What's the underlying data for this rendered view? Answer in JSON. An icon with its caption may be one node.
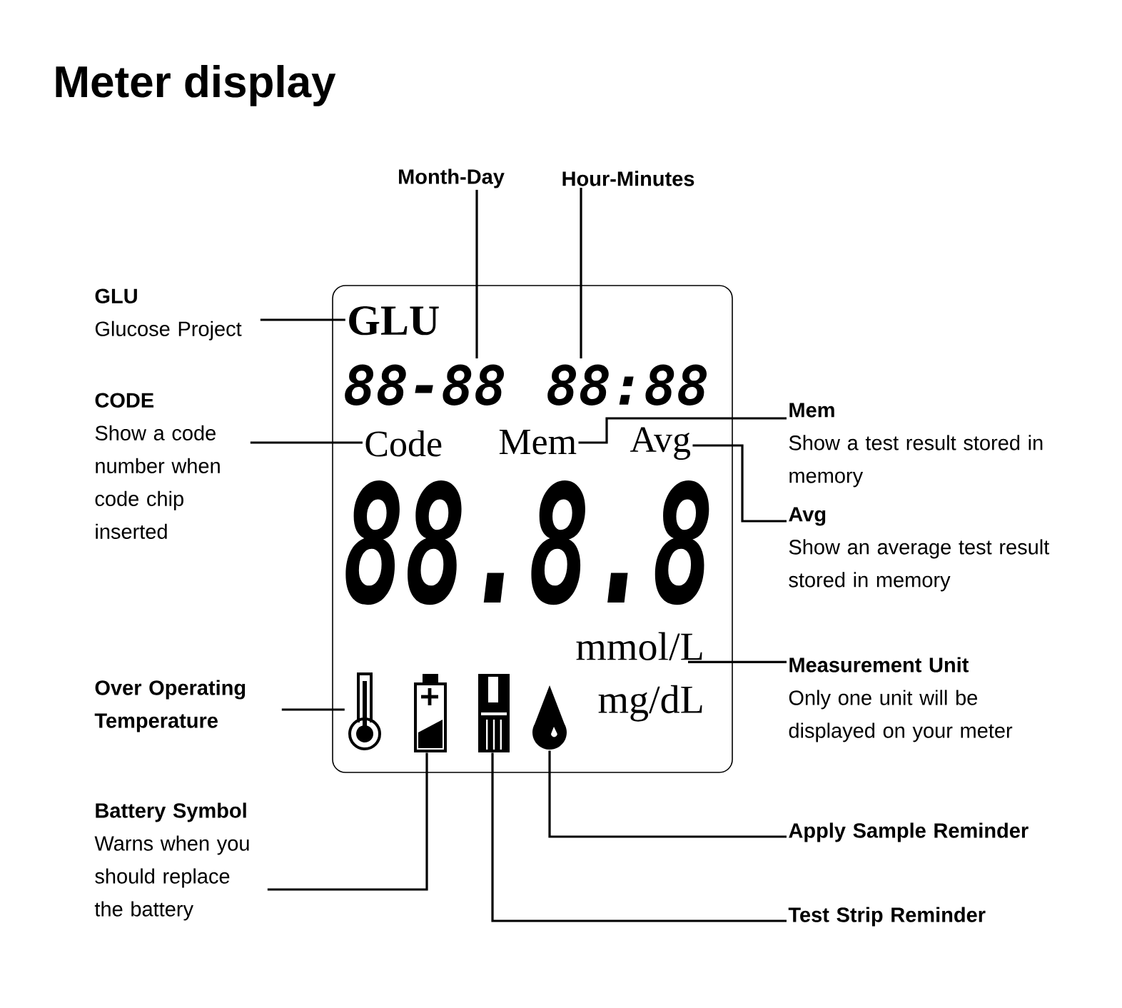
{
  "diagram": {
    "title": "Meter display",
    "nodes": [
      {
        "text": [],
        "shape": "box"
      },
      {
        "text": [
          "GLU"
        ],
        "in": 0
      },
      {
        "text": [
          "88-88"
        ],
        "in": 0
      },
      {
        "text": [
          "88:88"
        ],
        "in": 0
      },
      {
        "text": [
          "Code"
        ],
        "in": 0
      },
      {
        "text": [
          "Mem"
        ],
        "in": 0
      },
      {
        "text": [
          "Avg"
        ],
        "in": 0
      },
      {
        "text": [
          "mmol/L"
        ],
        "in": 0
      },
      {
        "text": [
          "mg/dL"
        ],
        "in": 0
      },
      {
        "text": [],
        "shape": "picture",
        "in": 0
      },
      {
        "text": [],
        "shape": "picture",
        "in": 0
      },
      {
        "text": [],
        "shape": "picture",
        "in": 0
      },
      {
        "text": [],
        "shape": "picture",
        "in": 0
      },
      {
        "text": [
          "Month-Day"
        ]
      },
      {
        "text": [
          "Hour-Minutes"
        ]
      },
      {
        "text": [
          "GLU",
          "Glucose Project"
        ]
      },
      {
        "text": [
          "CODE",
          "Show a code number when code chip inserted"
        ]
      },
      {
        "text": [
          "Mem",
          "Show a test result stored in memory"
        ]
      },
      {
        "text": [
          "Avg",
          "Show an average test result stored in memory"
        ]
      },
      {
        "text": [
          "Over Operating Temperature"
        ]
      },
      {
        "text": [
          "Battery Symbol",
          "Warns when you should replace the battery"
        ]
      },
      {
        "text": [
          "Measurement Unit",
          "Only one unit will be displayed on your meter"
        ]
      },
      {
        "text": [
          "Apply Sample Reminder"
        ]
      },
      {
        "text": [
          "Test Strip Reminder"
        ]
      }
    ],
    "edges": [
      {
        "from": 13,
        "to": 2,
        "arrow": "none"
      },
      {
        "from": 14,
        "to": 3,
        "arrow": "none"
      },
      {
        "from": 15,
        "to": 1,
        "arrow": "none"
      },
      {
        "from": 16,
        "to": 4,
        "arrow": "none"
      },
      {
        "from": 17,
        "to": 5,
        "arrow": "none"
      },
      {
        "from": 18,
        "to": 6,
        "arrow": "none"
      },
      {
        "from": 19,
        "to": 9,
        "arrow": "none"
      },
      {
        "from": 20,
        "to": 10,
        "arrow": "none"
      },
      {
        "from": 21,
        "to": 7,
        "arrow": "none"
      },
      {
        "from": 22,
        "to": 12,
        "arrow": "none"
      },
      {
        "from": 23,
        "to": 11,
        "arrow": "none"
      }
    ],
    "labels": [
      "88.8.8"
    ]
  }
}
